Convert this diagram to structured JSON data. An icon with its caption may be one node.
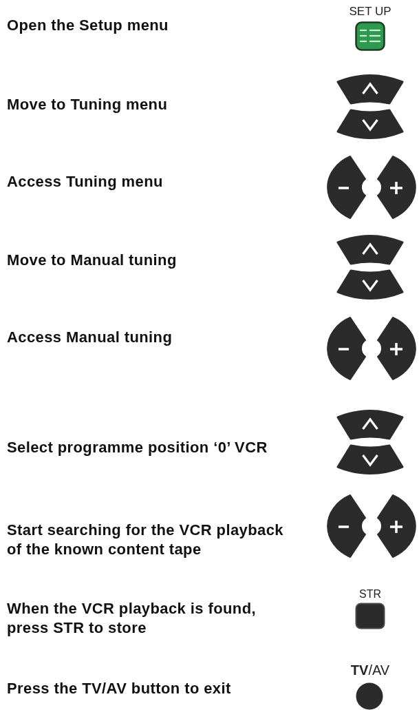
{
  "diagram": {
    "labels": [
      "SET UP",
      "Open the Setup menu",
      "Move to Tuning menu",
      "Access Tuning menu",
      "Move to Manual tuning",
      "Access Manual tuning",
      "Select programme position ‘0’ VCR",
      "Start searching for the VCR playback of the known content tape",
      "STR",
      "When the VCR playback is found, press STR to store",
      "**TV**/AV",
      "Press the TV/AV button to exit"
    ]
  }
}
